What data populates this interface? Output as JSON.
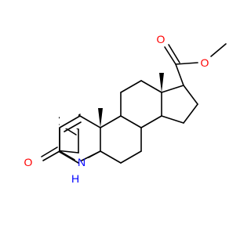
{
  "molecule": {
    "atoms": {
      "oxygen_ketone": {
        "symbol": "O",
        "color": "#ff0000"
      },
      "nitrogen": {
        "symbol": "N",
        "color": "#0000ff"
      },
      "nitrogen_h": {
        "symbol": "H",
        "color": "#0000ff"
      },
      "oxygen_ester_carbonyl": {
        "symbol": "O",
        "color": "#ff0000"
      },
      "oxygen_ester_ether": {
        "symbol": "O",
        "color": "#ff0000"
      }
    },
    "colors": {
      "bond": "#000000",
      "background": "#ffffff"
    }
  }
}
